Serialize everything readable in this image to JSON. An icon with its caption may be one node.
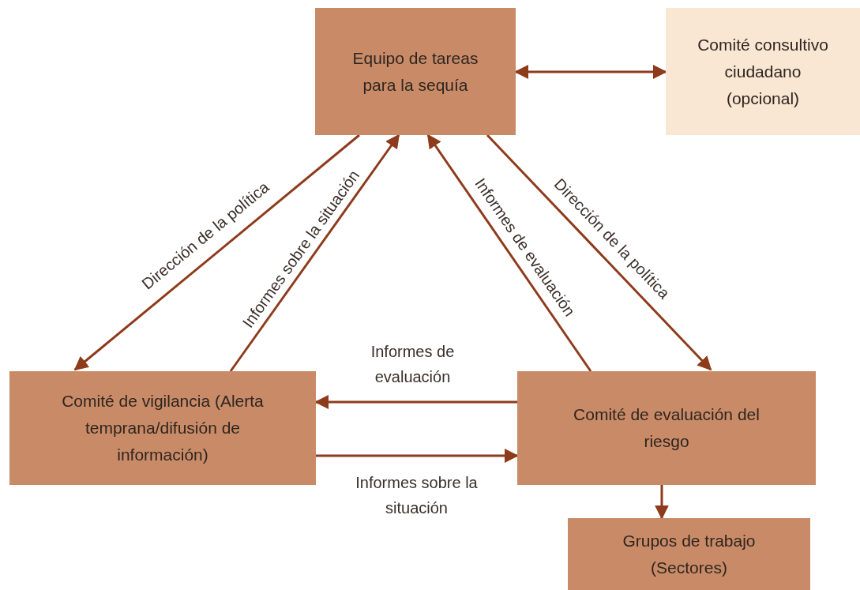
{
  "diagram": {
    "nodes": [
      {
        "text": [
          "Equipo de tareas para la sequía"
        ]
      },
      {
        "text": [
          "Comité consultivo ciudadano (opcional)"
        ]
      },
      {
        "text": [
          "Comité de vigilancia (Alerta temprana/difusión de información)"
        ]
      },
      {
        "text": [
          "Comité de evaluación del riesgo"
        ]
      },
      {
        "text": [
          "Grupos de trabajo (Sectores)"
        ]
      }
    ],
    "edges": [
      {
        "from": 0,
        "to": 1,
        "arrow": "both"
      },
      {
        "from": 0,
        "to": 2,
        "arrow": "to",
        "label": "Dirección de la política"
      },
      {
        "from": 2,
        "to": 0,
        "arrow": "to",
        "label": "Informes sobre la situación"
      },
      {
        "from": 3,
        "to": 0,
        "arrow": "to",
        "label": "Informes de evaluación"
      },
      {
        "from": 0,
        "to": 3,
        "arrow": "to",
        "label": "Dirección de la política"
      },
      {
        "from": 3,
        "to": 2,
        "arrow": "to",
        "label": "Informes de evaluación"
      },
      {
        "from": 2,
        "to": 3,
        "arrow": "to",
        "label": "Informes sobre la situación"
      },
      {
        "from": 3,
        "to": 4,
        "arrow": "to"
      }
    ]
  }
}
